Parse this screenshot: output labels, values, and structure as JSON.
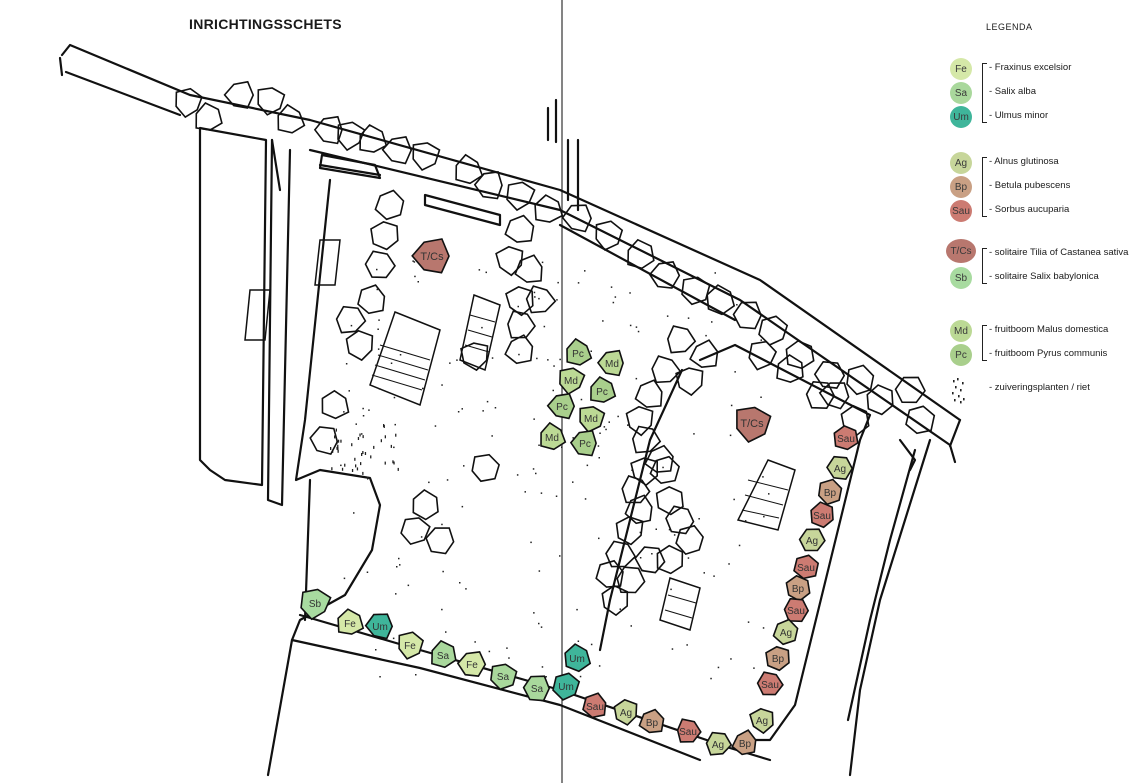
{
  "title": "INRICHTINGSSCHETS",
  "legend": {
    "title": "LEGENDA",
    "groups": [
      {
        "items": [
          {
            "code": "Fe",
            "label": "- Fraxinus excelsior",
            "color": "#d5e8a8"
          },
          {
            "code": "Sa",
            "label": "- Salix alba",
            "color": "#a9d89c"
          },
          {
            "code": "Um",
            "label": "- Ulmus minor",
            "color": "#3fb59a"
          }
        ]
      },
      {
        "items": [
          {
            "code": "Ag",
            "label": "- Alnus glutinosa",
            "color": "#c7d69a"
          },
          {
            "code": "Bp",
            "label": "- Betula pubescens",
            "color": "#c9a084"
          },
          {
            "code": "Sau",
            "label": "- Sorbus aucuparia",
            "color": "#cc7b72"
          }
        ]
      },
      {
        "items": [
          {
            "code": "T/Cs",
            "label": "- solitaire Tilia of Castanea sativa",
            "color": "#b8776e"
          },
          {
            "code": "Sb",
            "label": "- solitaire Salix babylonica",
            "color": "#a8dba0"
          }
        ]
      },
      {
        "items": [
          {
            "code": "Md",
            "label": "- fruitboom Malus domestica",
            "color": "#bcd995"
          },
          {
            "code": "Pc",
            "label": "- fruitboom Pyrus communis",
            "color": "#a9cf8c"
          }
        ]
      },
      {
        "items": [
          {
            "code": "",
            "label": "- zuiveringsplanten / riet",
            "color": "#ffffff"
          }
        ]
      }
    ]
  },
  "trees": [
    {
      "code": "T/Cs",
      "color": "#b8776e"
    },
    {
      "code": "T/Cs",
      "color": "#b8776e"
    },
    {
      "code": "Pc",
      "color": "#a9cf8c"
    },
    {
      "code": "Md",
      "color": "#bcd995"
    },
    {
      "code": "Md",
      "color": "#bcd995"
    },
    {
      "code": "Pc",
      "color": "#a9cf8c"
    },
    {
      "code": "Pc",
      "color": "#a9cf8c"
    },
    {
      "code": "Md",
      "color": "#bcd995"
    },
    {
      "code": "Md",
      "color": "#bcd995"
    },
    {
      "code": "Pc",
      "color": "#a9cf8c"
    },
    {
      "code": "Sb",
      "color": "#a8dba0"
    },
    {
      "code": "Fe",
      "color": "#d5e8a8"
    },
    {
      "code": "Um",
      "color": "#3fb59a"
    },
    {
      "code": "Fe",
      "color": "#d5e8a8"
    },
    {
      "code": "Sa",
      "color": "#a9d89c"
    },
    {
      "code": "Fe",
      "color": "#d5e8a8"
    },
    {
      "code": "Sa",
      "color": "#a9d89c"
    },
    {
      "code": "Um",
      "color": "#3fb59a"
    },
    {
      "code": "Sa",
      "color": "#a9d89c"
    },
    {
      "code": "Um",
      "color": "#3fb59a"
    },
    {
      "code": "Sau",
      "color": "#cc7b72"
    },
    {
      "code": "Ag",
      "color": "#c7d69a"
    },
    {
      "code": "Bp",
      "color": "#c9a084"
    },
    {
      "code": "Sau",
      "color": "#cc7b72"
    },
    {
      "code": "Ag",
      "color": "#c7d69a"
    },
    {
      "code": "Sau",
      "color": "#cc7b72"
    },
    {
      "code": "Bp",
      "color": "#c9a084"
    },
    {
      "code": "Sau",
      "color": "#cc7b72"
    },
    {
      "code": "Ag",
      "color": "#c7d69a"
    },
    {
      "code": "Bp",
      "color": "#c9a084"
    },
    {
      "code": "Sau",
      "color": "#cc7b72"
    },
    {
      "code": "Sau",
      "color": "#cc7b72"
    },
    {
      "code": "Ag",
      "color": "#c7d69a"
    },
    {
      "code": "Ag",
      "color": "#c7d69a"
    },
    {
      "code": "Bp",
      "color": "#c9a084"
    },
    {
      "code": "Ag",
      "color": "#c7d69a"
    },
    {
      "code": "Sau",
      "color": "#cc7b72"
    },
    {
      "code": "Bp",
      "color": "#c9a084"
    },
    {
      "code": "Bp",
      "color": "#c9a084"
    },
    {
      "code": "Sau",
      "color": "#cc7b72"
    }
  ]
}
